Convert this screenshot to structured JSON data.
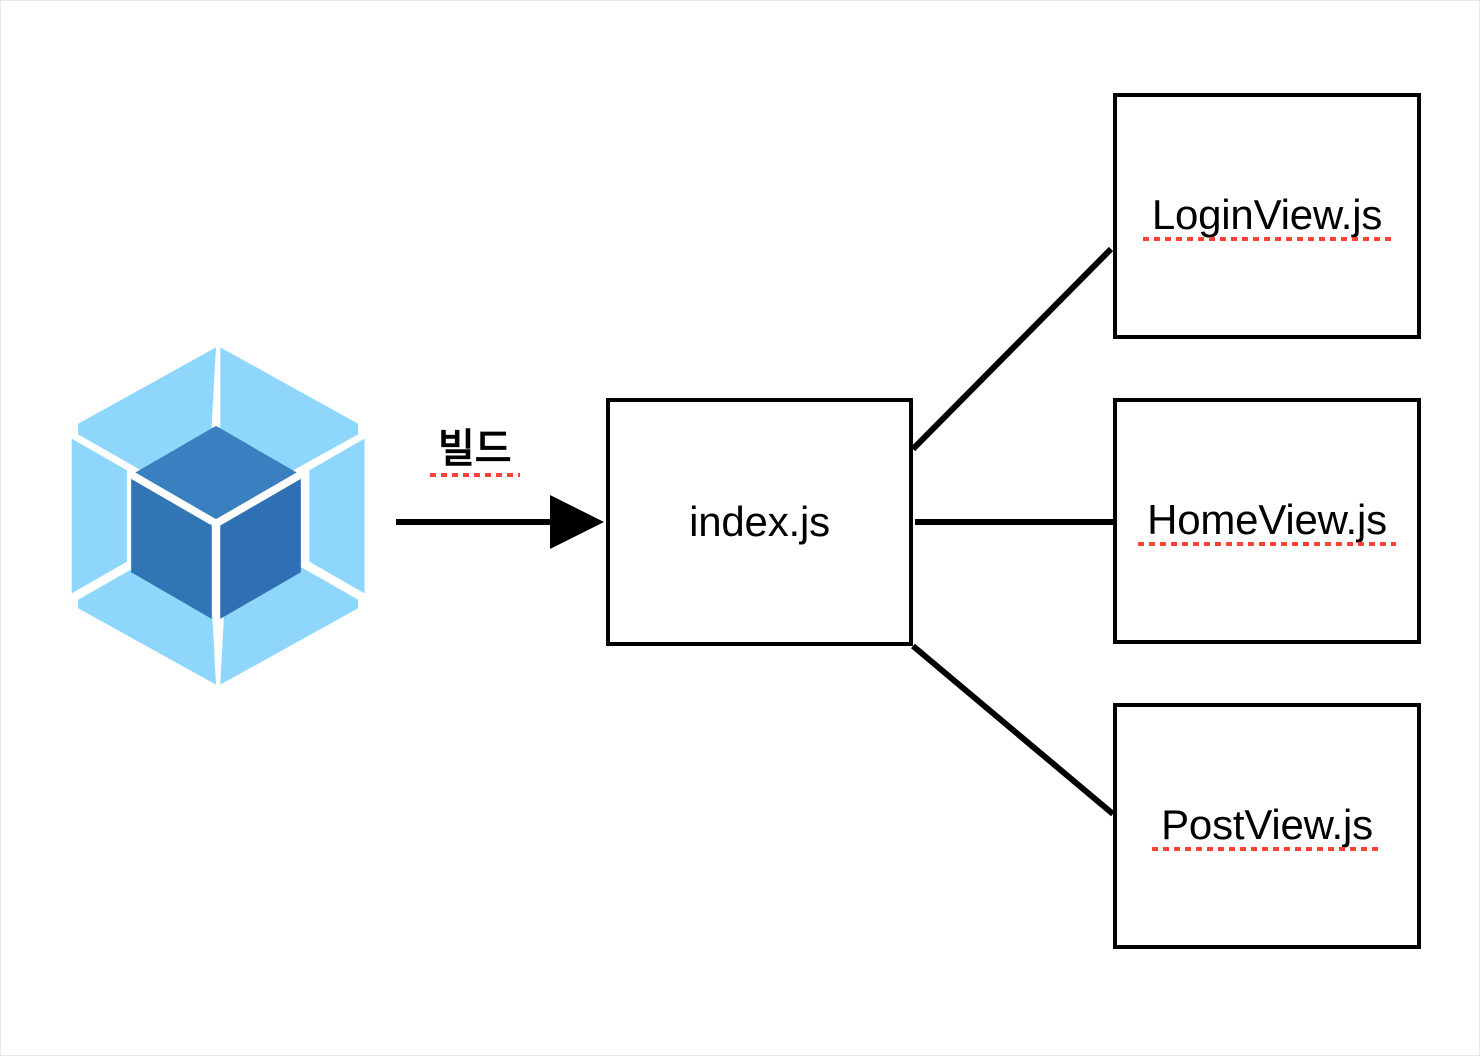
{
  "diagram": {
    "title": "webpack build output diagram",
    "background_color": "#ffffff",
    "stroke_color": "#000000",
    "spellcheck_underline_color": "#ff4136",
    "logo": {
      "name": "webpack-logo",
      "light_color": "#8ED6FB",
      "dark_color": "#2F6FB3"
    },
    "edge_caption": {
      "label": "빌드",
      "misspelled": true
    },
    "source_node": {
      "label": "index.js",
      "misspelled": false
    },
    "output_nodes": [
      {
        "label": "LoginView.js",
        "misspelled": true
      },
      {
        "label": "HomeView.js",
        "misspelled": true
      },
      {
        "label": "PostView.js",
        "misspelled": true
      }
    ],
    "connections": [
      {
        "from": "webpack-logo",
        "to": "index.js",
        "style": "arrow-right"
      },
      {
        "from": "index.js",
        "to": "LoginView.js",
        "style": "diagonal-up"
      },
      {
        "from": "index.js",
        "to": "HomeView.js",
        "style": "horizontal"
      },
      {
        "from": "index.js",
        "to": "PostView.js",
        "style": "diagonal-down"
      }
    ]
  }
}
